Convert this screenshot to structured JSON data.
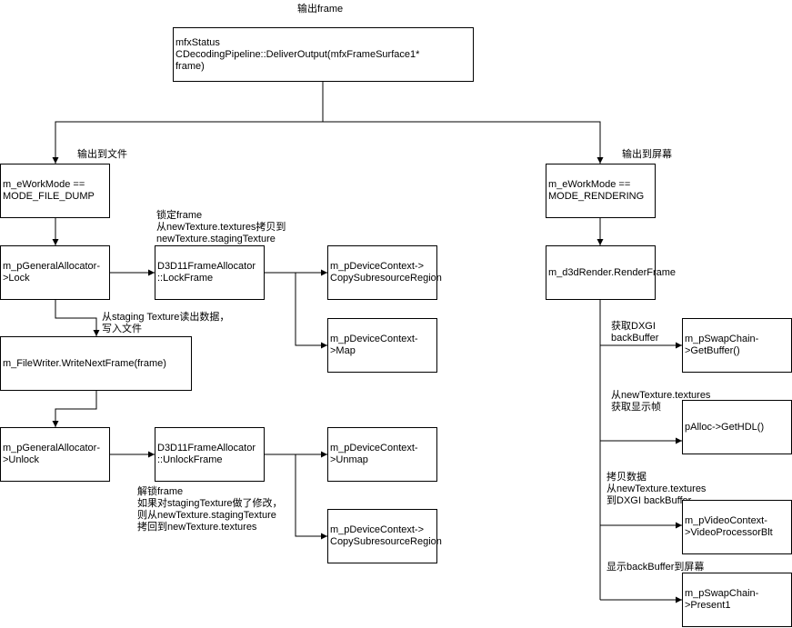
{
  "diagram": {
    "title": "输出frame",
    "nodes": {
      "deliver": "mfxStatus\nCDecodingPipeline::DeliverOutput(mfxFrameSurface1*\nframe)",
      "file_mode": "m_eWorkMode ==\nMODE_FILE_DUMP",
      "render_mode": "m_eWorkMode ==\nMODE_RENDERING",
      "lock": "m_pGeneralAllocator-\n>Lock",
      "lock_frame": "D3D11FrameAllocator\n::LockFrame",
      "copy_region_1": "m_pDeviceContext->\nCopySubresourceRegion",
      "map": "m_pDeviceContext-\n>Map",
      "write_frame": "m_FileWriter.WriteNextFrame(frame)",
      "unlock": "m_pGeneralAllocator-\n>Unlock",
      "unlock_frame": "D3D11FrameAllocator\n::UnlockFrame",
      "unmap": "m_pDeviceContext-\n>Unmap",
      "copy_region_2": "m_pDeviceContext->\nCopySubresourceRegion",
      "render_frame": "m_d3dRender.RenderFrame",
      "get_buffer": "m_pSwapChain-\n>GetBuffer()",
      "get_hdl": "pAlloc->GetHDL()",
      "video_blt": "m_pVideoContext-\n>VideoProcessorBlt",
      "present": "m_pSwapChain-\n>Present1"
    },
    "labels": {
      "to_file": "输出到文件",
      "to_screen": "输出到屏幕",
      "lock_note": "锁定frame\n从newTexture.textures拷贝到\nnewTexture.stagingTexture",
      "read_note": "从staging Texture读出数据，\n写入文件",
      "unlock_note": "解锁frame\n如果对stagingTexture做了修改，\n则从newTexture.stagingTexture\n拷回到newTexture.textures",
      "dxgi_note": "获取DXGI\nbackBuffer",
      "hdl_note": "从newTexture.textures\n获取显示帧",
      "copy_note": "拷贝数据\n从newTexture.textures\n到DXGI backBuffer",
      "present_note": "显示backBuffer到屏幕"
    },
    "colors": {
      "line": "#000000",
      "background": "#ffffff"
    }
  }
}
